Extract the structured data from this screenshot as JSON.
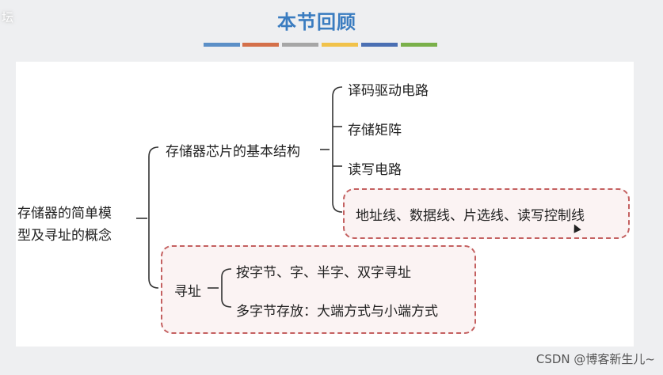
{
  "corner_logo": "坛",
  "title": "本节回顾",
  "color_bar_colors": [
    "#5b8fc7",
    "#d4704a",
    "#a6a6a6",
    "#f1c24a",
    "#4a6fb3",
    "#7ab04a"
  ],
  "diagram": {
    "root": "存储器的简单模型及寻址的概念",
    "root_line1": "存储器的简单模",
    "root_line2": "型及寻址的概念",
    "branch_structure": {
      "label": "存储器芯片的基本结构",
      "children": [
        "译码驱动电路",
        "存储矩阵",
        "读写电路",
        "地址线、数据线、片选线、读写控制线"
      ]
    },
    "branch_addressing": {
      "label": "寻址",
      "children": [
        "按字节、字、半字、双字寻址",
        "多字节存放：大端方式与小端方式"
      ]
    },
    "highlight_color": "#c46060"
  },
  "watermark": "CSDN @博客新生儿~"
}
